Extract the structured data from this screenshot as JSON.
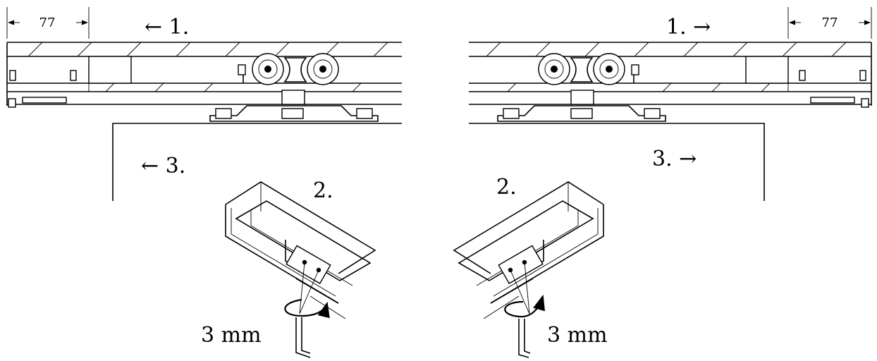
{
  "left_panel": {
    "dimension": "77",
    "step1": "← 1.",
    "step2": "2.",
    "step3": "← 3.",
    "tool": "3 mm"
  },
  "right_panel": {
    "dimension": "77",
    "step1": "1. →",
    "step2": "2.",
    "step3": "3. →",
    "tool": "3 mm"
  }
}
